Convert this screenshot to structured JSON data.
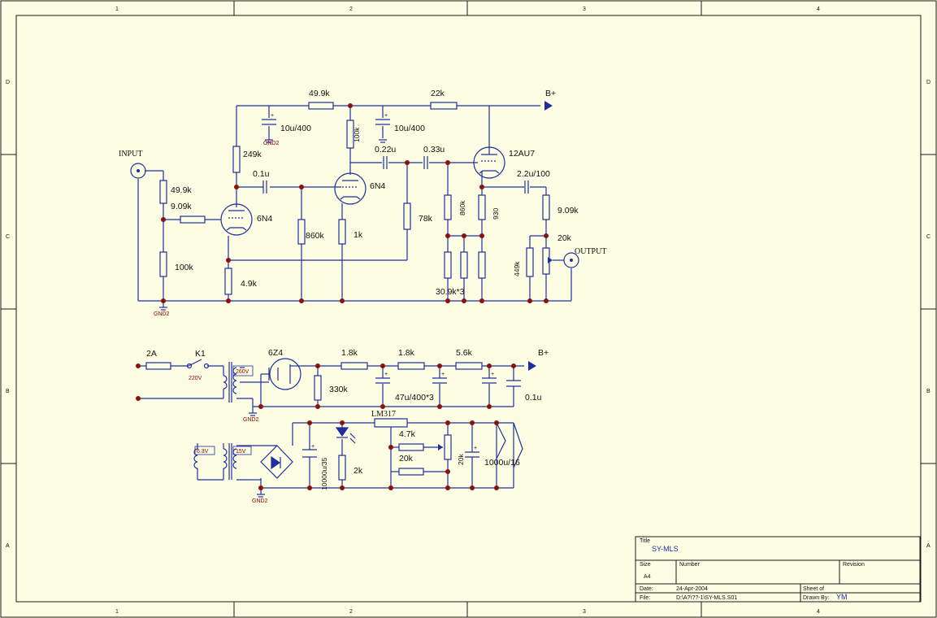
{
  "frame": {
    "columns": [
      "1",
      "2",
      "3",
      "4"
    ],
    "rows": [
      "D",
      "C",
      "B",
      "A"
    ]
  },
  "amplifier": {
    "input_label": "INPUT",
    "output_label": "OUTPUT",
    "bplus": "B+",
    "tubes": {
      "v1": "6N4",
      "v2": "6N4",
      "v3": "12AU7"
    },
    "r_in_top": "49.9k",
    "r_grid": "9.09k",
    "r_in_bot": "100k",
    "r_249k": "249k",
    "r_49k9_top": "49.9k",
    "r_22k": "22k",
    "r_100k_plate": "100k",
    "r_860k": "860k",
    "r_1k": "1k",
    "r_78k": "78k",
    "r_4k9": "4.9k",
    "r_860k_b": "860k",
    "r_930": "930",
    "r_30k9": "30.9k*3",
    "r_9k09_out": "9.09k",
    "pot_20k": "20k",
    "r_449k": "449k",
    "c_10u_a": "10u/400",
    "c_10u_b": "10u/400",
    "c_0u1": "0.1u",
    "c_0u22": "0.22u",
    "c_0u33": "0.33u",
    "c_2u2": "2.2u/100",
    "gnd_a": "GND2",
    "gnd_b": "GND2"
  },
  "psu": {
    "fuse": "2A",
    "switch": "K1",
    "mains": "220V",
    "sec_hv": "260V",
    "sec_fil": "6.3V",
    "sec_lv": "15V",
    "rect_tube": "6Z4",
    "r_1k8_a": "1.8k",
    "r_1k8_b": "1.8k",
    "r_5k6": "5.6k",
    "bplus": "B+",
    "r_330k": "330k",
    "c_47u": "47u/400*3",
    "c_0u1": "0.1u",
    "regulator": "LM317",
    "r_4k7": "4.7k",
    "r_20k": "20k",
    "r_20k_v": "20k",
    "r_2k": "2k",
    "c_10000u": "10000u/35",
    "c_1000u": "1000u/16",
    "gnd_a": "GND2",
    "gnd_b": "GND2"
  },
  "title_block": {
    "title_caption": "Title",
    "title": "SY-MLS",
    "size_caption": "Size",
    "size": "A4",
    "number_caption": "Number",
    "revision_caption": "Revision",
    "date_caption": "Date:",
    "date": "24-Apr-2004",
    "sheet_caption": "Sheet  of",
    "file_caption": "File:",
    "file": "D:\\A?\\??-1\\SY-MLS.S01",
    "drawn_caption": "Drawn By:",
    "drawn_by": "YM"
  },
  "colors": {
    "sheet": "#fdfde3",
    "wire": "#1f2fa0",
    "junction": "#8b1010",
    "text": "#111111"
  }
}
